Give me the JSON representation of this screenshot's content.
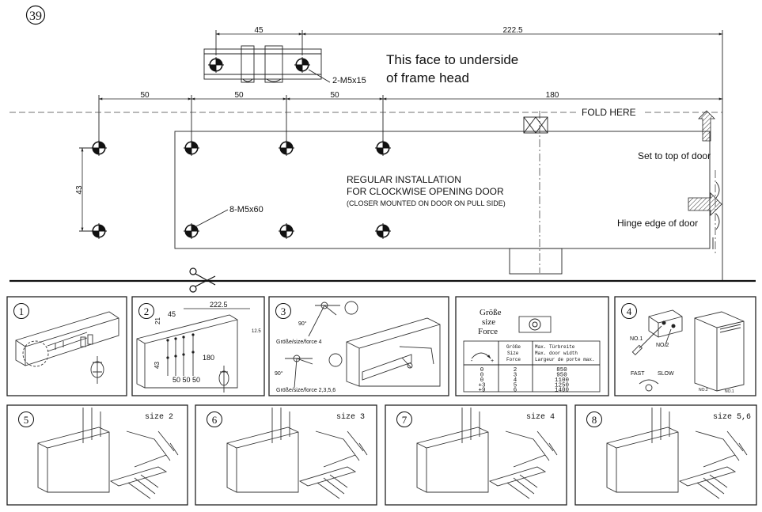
{
  "page_number": "39",
  "top": {
    "dim_45": "45",
    "dim_222_5": "222.5",
    "bracket_screws": "2-M5x15",
    "face_note_line1": "This face to underside",
    "face_note_line2": "of frame head",
    "dim_50_a": "50",
    "dim_50_b": "50",
    "dim_50_c": "50",
    "dim_180": "180",
    "fold_here": "FOLD HERE",
    "dim_43": "43",
    "install_line1": "REGULAR INSTALLATION",
    "install_line2": "FOR CLOCKWISE OPENING DOOR",
    "install_line3": "(CLOSER MOUNTED ON DOOR ON PULL SIDE)",
    "body_screws": "8-M5x60",
    "set_top": "Set to top of door",
    "hinge_edge": "Hinge edge of door"
  },
  "steps": {
    "s1": "1",
    "s2": "2",
    "s2_dim_222_5": "222.5",
    "s2_dim_45": "45",
    "s2_dim_21": "21",
    "s2_dim_12_5": "12.5",
    "s2_dim_43": "43",
    "s2_dim_180": "180",
    "s2_dim_505050": "50 50 50",
    "s3": "3",
    "s3_angle_a": "90°",
    "s3_angle_b": "90°",
    "s3_label_a": "Größe/size/force 4",
    "s3_label_b": "Größe/size/force 2,3,5,6",
    "s4": "4",
    "s4_no1": "NO.1",
    "s4_no2": "NO.2",
    "s4_fast": "FAST",
    "s4_slow": "SLOW",
    "s4_small_no2": "NO.2",
    "s4_small_no1": "NO.1",
    "s5": "5",
    "s5_size": "size 2",
    "s6": "6",
    "s6_size": "size 3",
    "s7": "7",
    "s7_size": "size 4",
    "s8": "8",
    "s8_size": "size 5,6"
  },
  "size_table": {
    "title_1": "Größe",
    "title_2": "size",
    "title_3": "Force",
    "minus": "-",
    "plus": "+",
    "head_col2_1": "Größe",
    "head_col2_2": "Size",
    "head_col2_3": "Force",
    "head_col3_1": "Max. Türbreite",
    "head_col3_2": "Max. door width",
    "head_col3_3": "Largeur de porte max.",
    "rows": [
      {
        "adj": "0",
        "size": "2",
        "width": "850"
      },
      {
        "adj": "0",
        "size": "3",
        "width": "950"
      },
      {
        "adj": "0",
        "size": "4",
        "width": "1100"
      },
      {
        "adj": "+3",
        "size": "5",
        "width": "1250"
      },
      {
        "adj": "+9",
        "size": "6",
        "width": "1400"
      }
    ]
  }
}
